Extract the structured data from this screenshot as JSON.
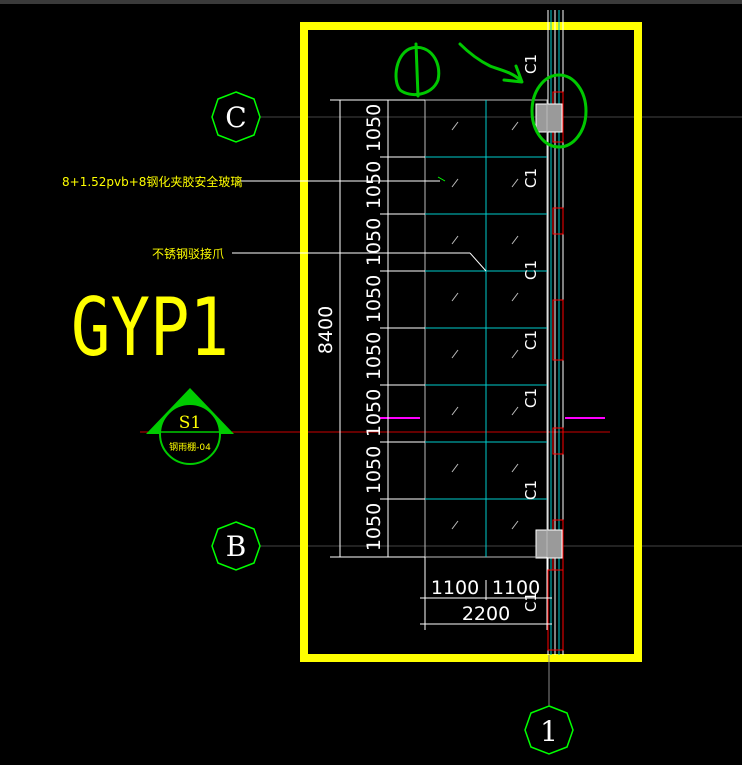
{
  "drawing": {
    "title": "GYP1",
    "axes": {
      "top": "C",
      "bottom": "B",
      "column": "1"
    },
    "total_height_dim": "8400",
    "row_dims": [
      "1050",
      "1050",
      "1050",
      "1050",
      "1050",
      "1050",
      "1050",
      "1050"
    ],
    "col_dims": [
      "1100",
      "1100"
    ],
    "total_width_dim": "2200",
    "labels": {
      "glass": "8+1.52pvb+8钢化夹胶安全玻璃",
      "claw": "不锈钢驳接爪"
    },
    "section": {
      "mark": "S1",
      "ref": "钢雨棚-04"
    },
    "c1_tags": [
      "C1",
      "C1",
      "C1",
      "C1",
      "C1",
      "C1",
      "C1"
    ],
    "colors": {
      "frame": "#ffff00",
      "grid": "#00cccc",
      "axis_circle": "#00ff00",
      "annotation": "#00c800",
      "red": "#ff0000",
      "magenta": "#ff00ff"
    }
  }
}
